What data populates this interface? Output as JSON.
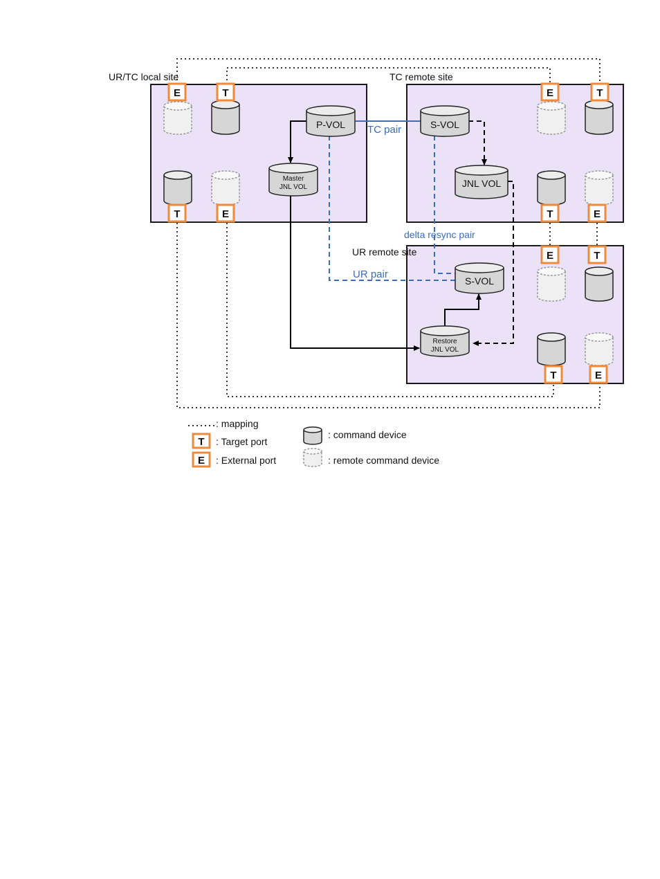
{
  "sites": {
    "local": "UR/TC local site",
    "tc_remote": "TC remote site",
    "ur_remote": "UR remote site"
  },
  "volumes": {
    "p_vol": "P-VOL",
    "master_jnl": [
      "Master",
      "JNL VOL"
    ],
    "tc_svol": "S-VOL",
    "tc_jnl": "JNL VOL",
    "ur_svol": "S-VOL",
    "restore_jnl": [
      "Restore",
      "JNL VOL"
    ]
  },
  "pairs": {
    "tc_pair": "TC pair",
    "delta_resync_pair": "delta resync pair",
    "ur_pair": "UR pair"
  },
  "ports": {
    "target": "T",
    "external": "E"
  },
  "legend": {
    "mapping": ": mapping",
    "target_port": ": Target port",
    "external_port": ": External port",
    "command_device": ": command device",
    "remote_command_device": ": remote command device"
  },
  "colors": {
    "site_fill": "#ebe2f7",
    "site_border": "#1a1a1a",
    "pair_blue": "#3b6cc0",
    "port_orange": "#ee8a3c",
    "cylinder_fill": "#d6d6d6",
    "remote_cylinder_fill": "#f0f0f0"
  }
}
